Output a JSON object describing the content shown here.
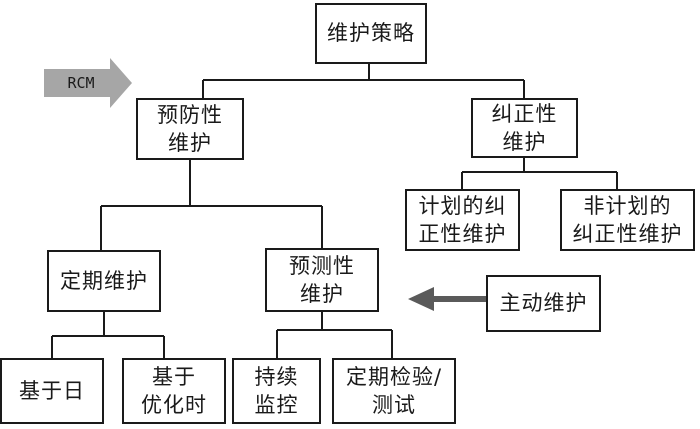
{
  "diagram": {
    "root": {
      "line1": "维护策略"
    },
    "preventive": {
      "line1": "预防性",
      "line2": "维护"
    },
    "corrective": {
      "line1": "纠正性",
      "line2": "维护"
    },
    "planned_corrective": {
      "line1": "计划的纠",
      "line2": "正性维护"
    },
    "unplanned_corrective": {
      "line1": "非计划的",
      "line2": "纠正性维护"
    },
    "scheduled": {
      "line1": "定期维护"
    },
    "predictive": {
      "line1": "预测性",
      "line2": "维护"
    },
    "day_based": {
      "line1": "基于日"
    },
    "optimized_time": {
      "line1": "基于",
      "line2": "优化时"
    },
    "continuous_monitoring": {
      "line1": "持续",
      "line2": "监控"
    },
    "periodic_inspection": {
      "line1": "定期检验/",
      "line2": "测试"
    },
    "proactive": {
      "line1": "主动维护"
    },
    "rcm_arrow": {
      "label": "RCM",
      "color": "#a6a6a6"
    },
    "proactive_arrow": {
      "color": "#5a5a5a"
    }
  }
}
